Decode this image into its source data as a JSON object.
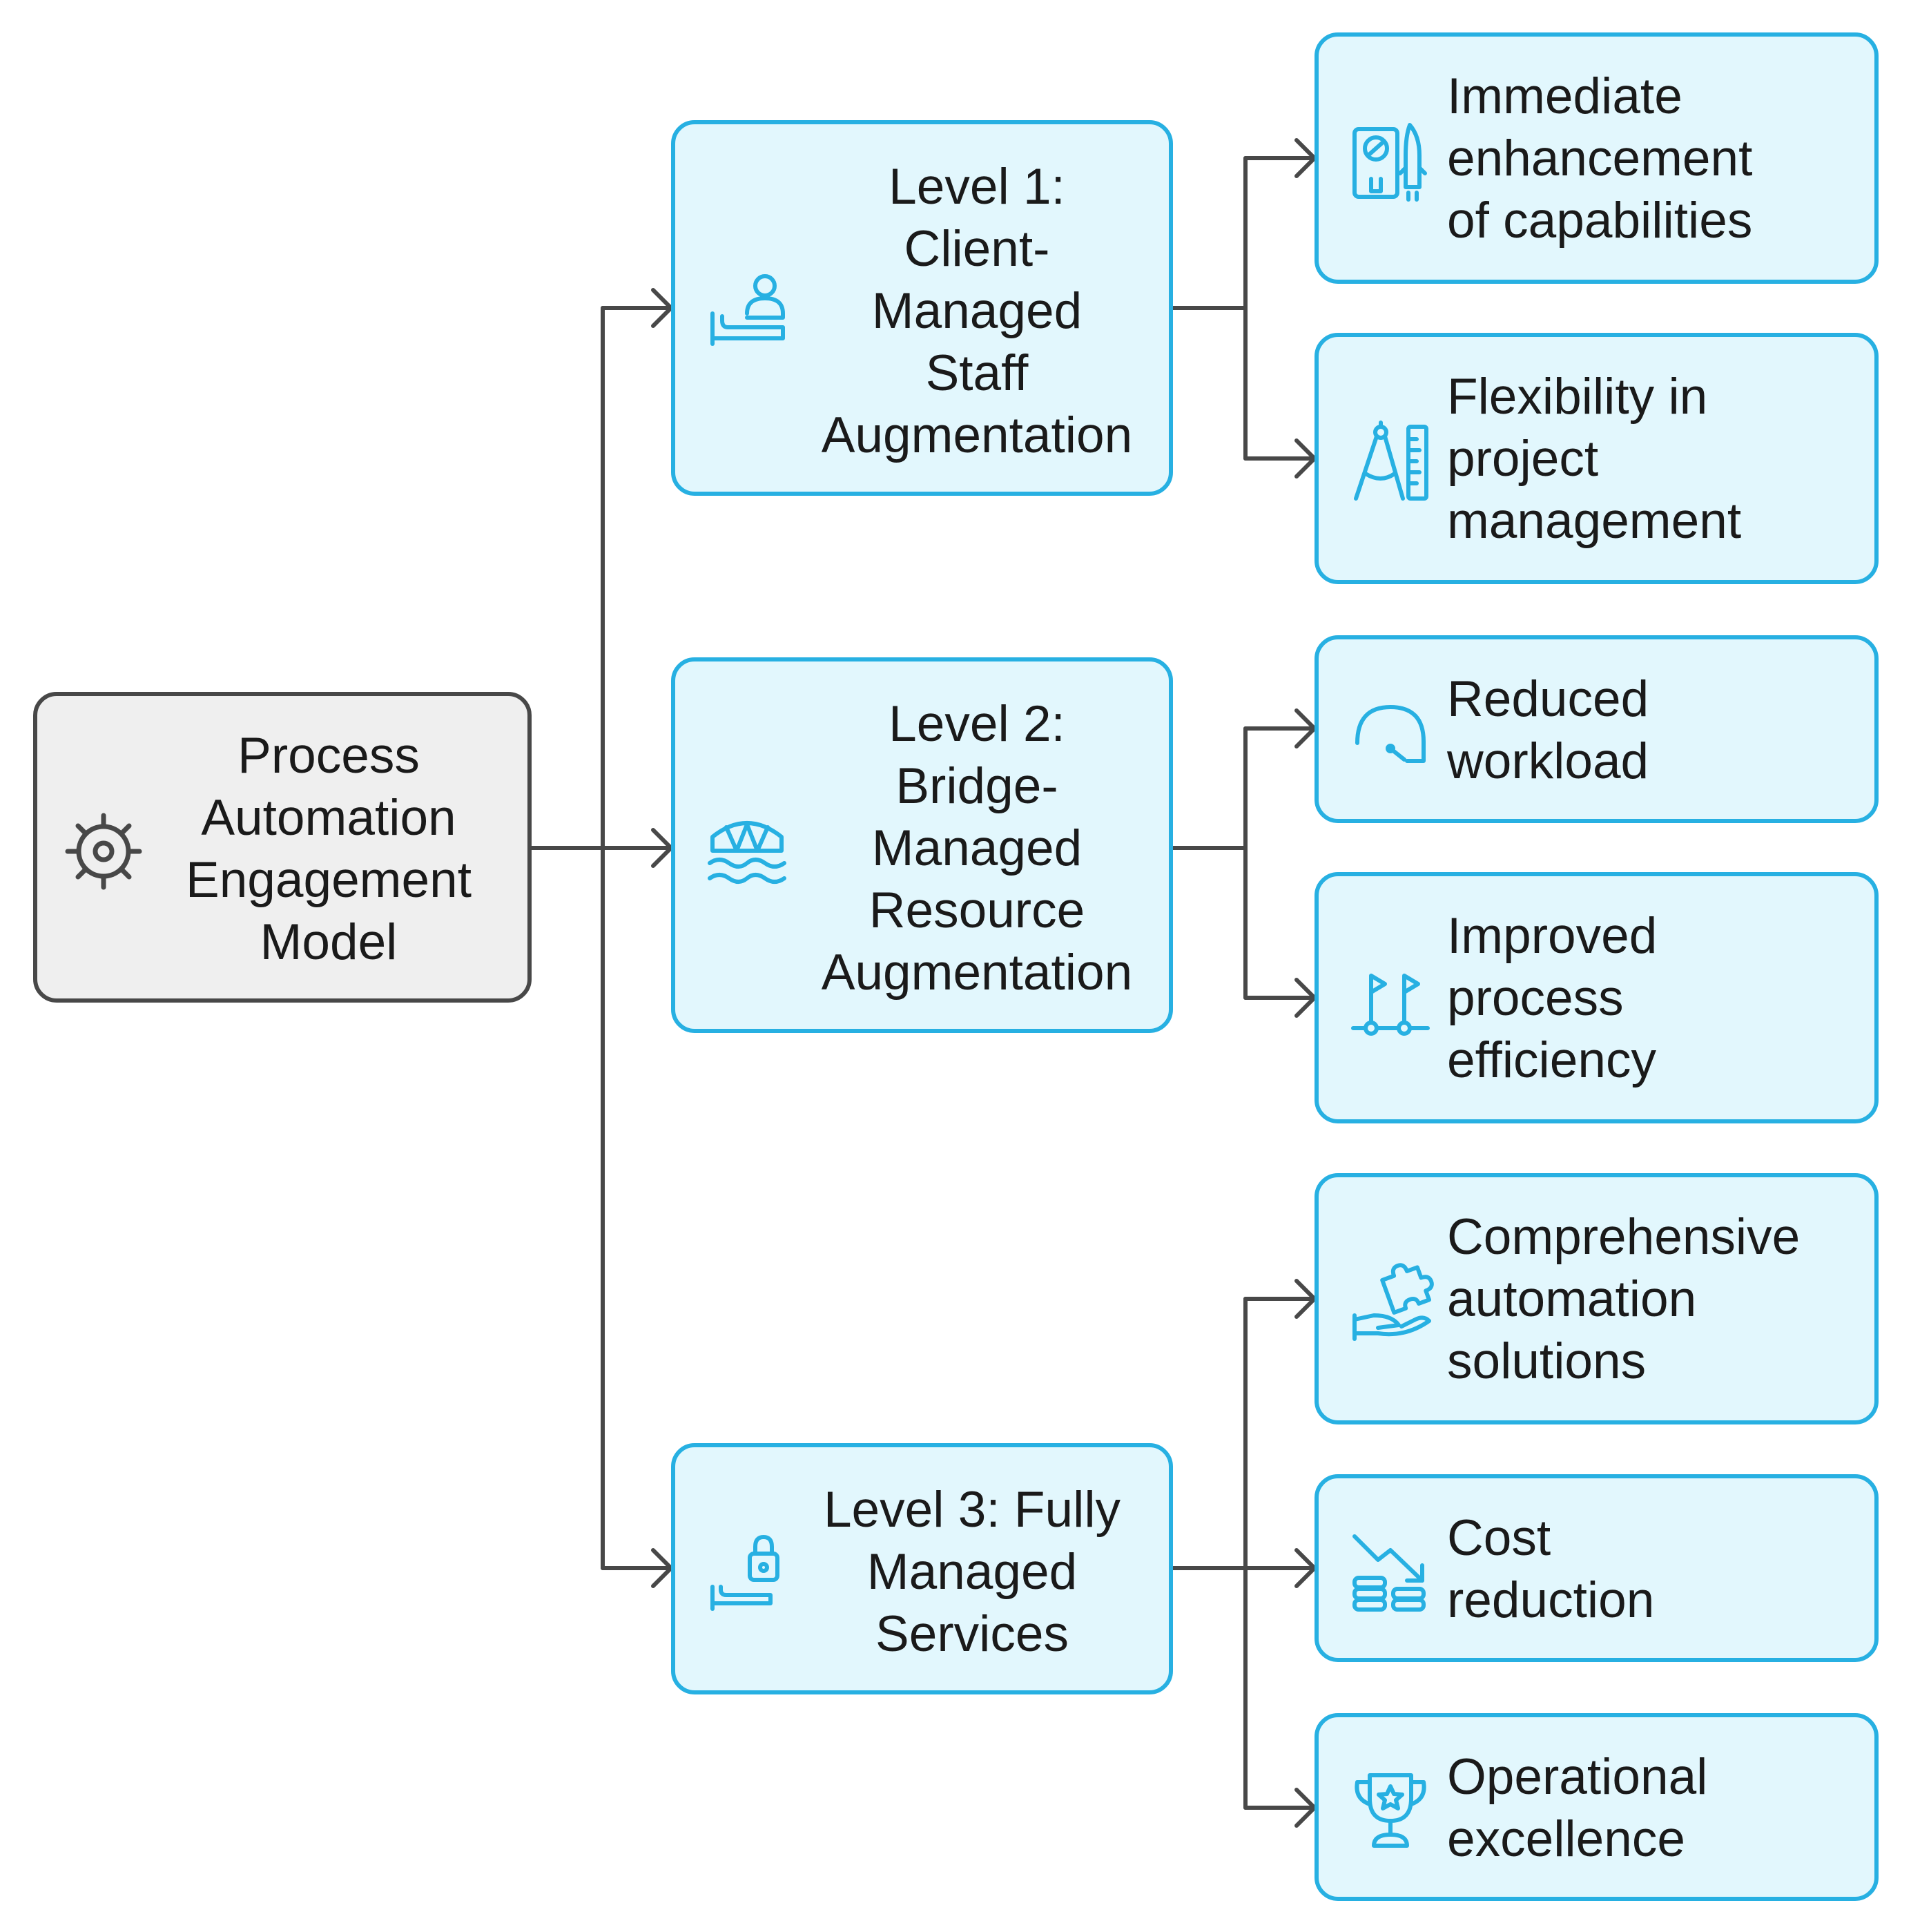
{
  "diagram": {
    "root": {
      "label": "Process\nAutomation\nEngagement\nModel",
      "icon": "gear-icon"
    },
    "levels": [
      {
        "label": "Level 1:\nClient-\nManaged\nStaff\nAugmentation",
        "icon": "hand-person-icon",
        "outcomes": [
          {
            "label": "Immediate\nenhancement\nof capabilities",
            "icon": "tablet-rocket-icon"
          },
          {
            "label": "Flexibility in\nproject\nmanagement",
            "icon": "compass-ruler-icon"
          }
        ]
      },
      {
        "label": "Level 2:\nBridge-\nManaged\nResource\nAugmentation",
        "icon": "bridge-water-icon",
        "outcomes": [
          {
            "label": "Reduced\nworkload",
            "icon": "gauge-refresh-icon"
          },
          {
            "label": "Improved\nprocess\nefficiency",
            "icon": "flags-track-icon"
          }
        ]
      },
      {
        "label": "Level 3: Fully\nManaged\nServices",
        "icon": "hand-lock-icon",
        "outcomes": [
          {
            "label": "Comprehensive\nautomation\nsolutions",
            "icon": "hand-puzzle-icon"
          },
          {
            "label": "Cost\nreduction",
            "icon": "coins-down-trend-icon"
          },
          {
            "label": "Operational\nexcellence",
            "icon": "trophy-star-icon"
          }
        ]
      }
    ]
  },
  "colors": {
    "root_fill": "#efefef",
    "root_border": "#484848",
    "node_fill": "#e2f7fd",
    "node_border": "#27b0e2",
    "connector": "#484848",
    "text": "#1a1a1a"
  }
}
